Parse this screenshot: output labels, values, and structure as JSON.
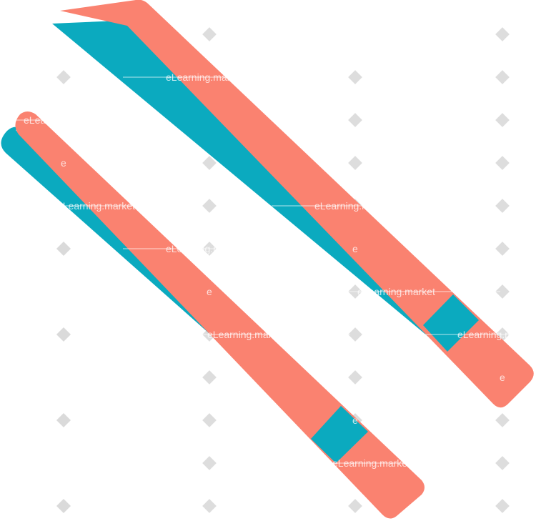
{
  "watermark": {
    "brand": "eLearning.market",
    "badge_letter": "e"
  },
  "colors": {
    "coral": "#FA8270",
    "teal": "#0BAABF",
    "watermark_diamond": "#D9D9D9",
    "background": "#FFFFFF"
  },
  "objects": [
    {
      "name": "bent-tweezers",
      "description_icon": "tweezers-bent-tip-icon"
    },
    {
      "name": "straight-tweezers",
      "description_icon": "tweezers-straight-icon"
    }
  ]
}
